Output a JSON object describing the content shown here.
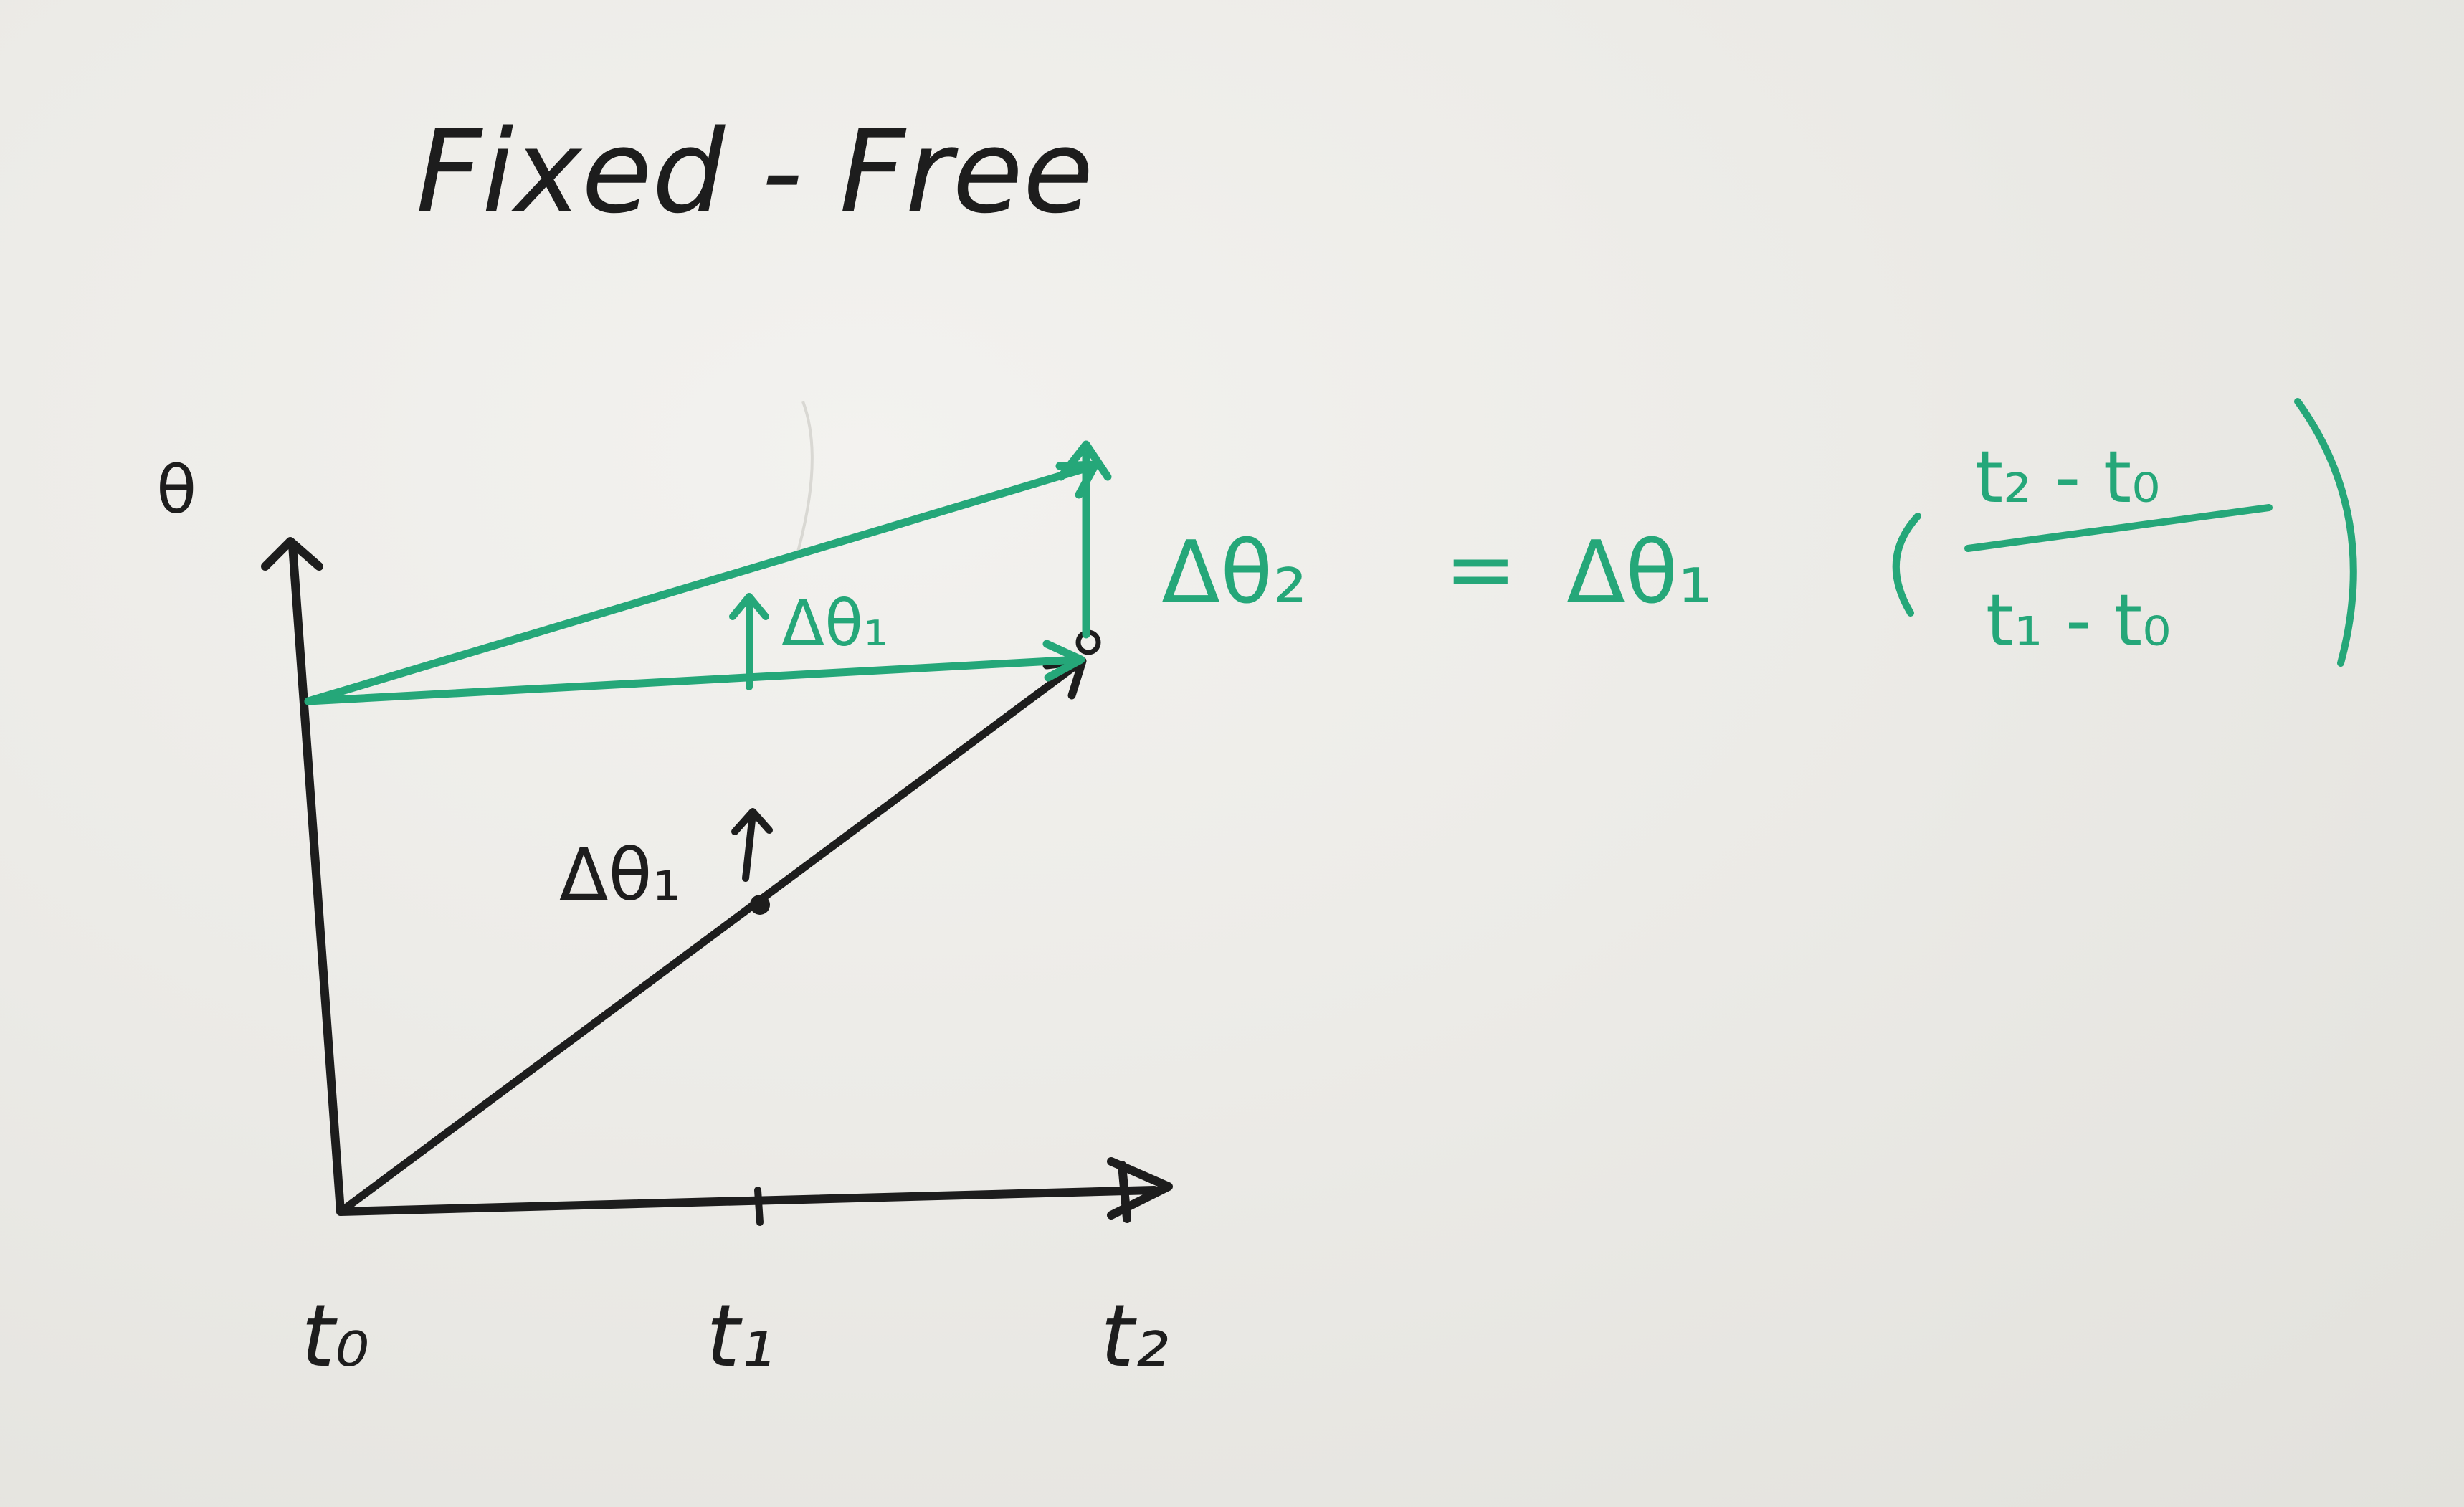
{
  "title": "Fixed - Free",
  "axes": {
    "y_label": "θ",
    "x_ticks": [
      "t₀",
      "t₁",
      "t₂"
    ]
  },
  "labels": {
    "black_increment": "Δθ₁",
    "green_increment": "Δθ₁"
  },
  "equation": {
    "lhs": "Δθ₂",
    "equals": "=",
    "factor": "Δθ₁",
    "numerator": "t₂ - t₀",
    "denominator": "t₁ - t₀"
  },
  "colors": {
    "black_ink": "#1d1d1d",
    "green_ink": "#25a779",
    "paper": "#eceae6"
  }
}
